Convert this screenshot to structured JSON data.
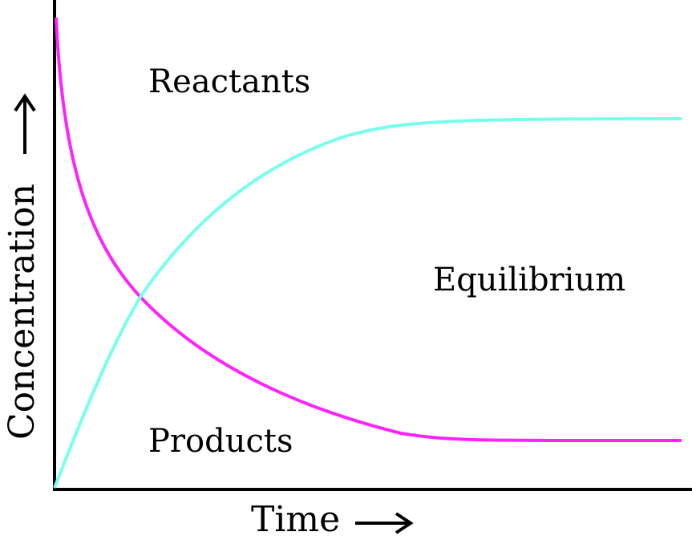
{
  "chart_data": {
    "type": "line",
    "title": "",
    "xlabel": "Time",
    "ylabel": "Concentration",
    "xlabel_arrow": "→",
    "ylabel_arrow": "→",
    "grid": false,
    "ticks": false,
    "annotations": [
      {
        "text": "Reactants",
        "x": 185,
        "y": 115
      },
      {
        "text": "Products",
        "x": 185,
        "y": 563
      },
      {
        "text": "Equilibrium",
        "x": 540,
        "y": 362
      }
    ],
    "series": [
      {
        "name": "Reactants",
        "color": "#FF22FF",
        "points": [
          [
            70,
            22
          ],
          [
            80,
            130
          ],
          [
            100,
            230
          ],
          [
            130,
            300
          ],
          [
            175,
            370
          ],
          [
            230,
            425
          ],
          [
            300,
            478
          ],
          [
            400,
            515
          ],
          [
            500,
            538
          ],
          [
            600,
            549
          ],
          [
            850,
            549
          ]
        ]
      },
      {
        "name": "Products",
        "color": "#77FFEE",
        "points": [
          [
            68,
            608
          ],
          [
            100,
            520
          ],
          [
            140,
            430
          ],
          [
            175,
            370
          ],
          [
            230,
            290
          ],
          [
            300,
            225
          ],
          [
            400,
            185
          ],
          [
            500,
            158
          ],
          [
            600,
            148
          ],
          [
            850,
            148
          ]
        ]
      }
    ]
  },
  "labels": {
    "reactants": "Reactants",
    "products": "Products",
    "equilibrium": "Equilibrium",
    "x_axis": "Time",
    "y_axis": "Concentration"
  }
}
